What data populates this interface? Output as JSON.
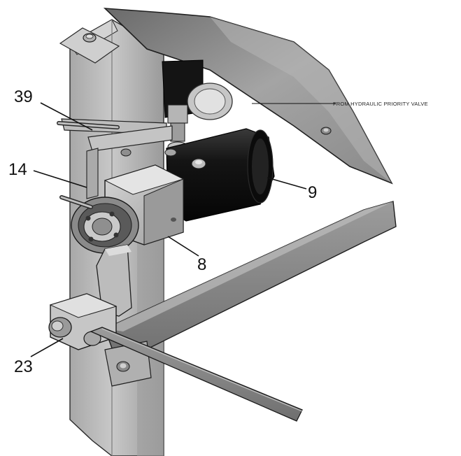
{
  "callouts": {
    "c39": "39",
    "c14": "14",
    "c9": "9",
    "c8": "8",
    "c23": "23"
  },
  "note": "FROM HYDRAULIC PRIORITY VALVE",
  "colors": {
    "post": "#b9b9b9",
    "post_shadow": "#8e8e8e",
    "bracket": "#a9a9a9",
    "hood": "#9f9f9f",
    "hood_dark": "#6c6c6c",
    "motor": "#1a1a1a",
    "rod": "#3c3c3c"
  }
}
